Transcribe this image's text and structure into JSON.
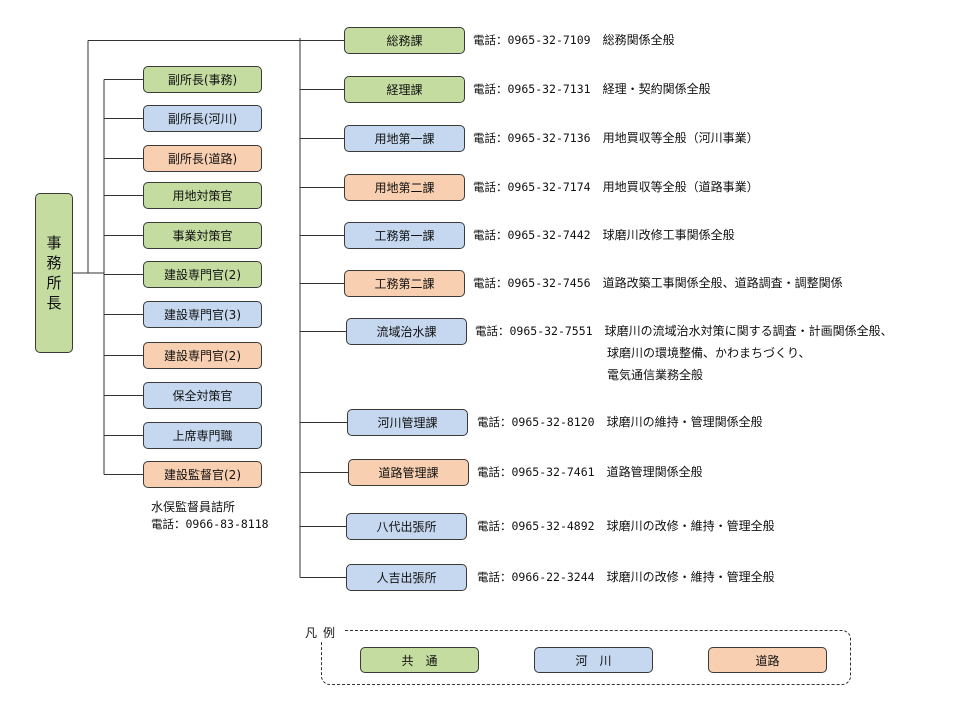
{
  "chief": {
    "label": "事務所長",
    "color": "#c5dca1"
  },
  "staff": [
    {
      "label": "副所長(事務)",
      "type": "common"
    },
    {
      "label": "副所長(河川)",
      "type": "river"
    },
    {
      "label": "副所長(道路)",
      "type": "road"
    },
    {
      "label": "用地対策官",
      "type": "common"
    },
    {
      "label": "事業対策官",
      "type": "common"
    },
    {
      "label": "建設専門官(2)",
      "type": "common"
    },
    {
      "label": "建設専門官(3)",
      "type": "river"
    },
    {
      "label": "建設専門官(2)",
      "type": "road"
    },
    {
      "label": "保全対策官",
      "type": "river"
    },
    {
      "label": "上席専門職",
      "type": "river"
    },
    {
      "label": "建設監督官(2)",
      "type": "road"
    }
  ],
  "minamata_note": {
    "office": "水俣監督員詰所",
    "phone": "電話：0966-83-8118"
  },
  "divisions": [
    {
      "label": "総務課",
      "type": "common",
      "phone": "電話：0965-32-7109",
      "duties": [
        "総務関係全般"
      ]
    },
    {
      "label": "経理課",
      "type": "common",
      "phone": "電話：0965-32-7131",
      "duties": [
        "経理・契約関係全般"
      ]
    },
    {
      "label": "用地第一課",
      "type": "river",
      "phone": "電話：0965-32-7136",
      "duties": [
        "用地買収等全般（河川事業）"
      ]
    },
    {
      "label": "用地第二課",
      "type": "road",
      "phone": "電話：0965-32-7174",
      "duties": [
        "用地買収等全般（道路事業）"
      ]
    },
    {
      "label": "工務第一課",
      "type": "river",
      "phone": "電話：0965-32-7442",
      "duties": [
        "球磨川改修工事関係全般"
      ]
    },
    {
      "label": "工務第二課",
      "type": "road",
      "phone": "電話：0965-32-7456",
      "duties": [
        "道路改築工事関係全般、道路調査・調整関係"
      ]
    },
    {
      "label": "流域治水課",
      "type": "river",
      "phone": "電話：0965-32-7551",
      "duties": [
        "球磨川の流域治水対策に関する調査・計画関係全般、",
        "球磨川の環境整備、かわまちづくり、",
        "電気通信業務全般"
      ]
    },
    {
      "label": "河川管理課",
      "type": "river",
      "phone": "電話：0965-32-8120",
      "duties": [
        "球磨川の維持・管理関係全般"
      ]
    },
    {
      "label": "道路管理課",
      "type": "road",
      "phone": "電話：0965-32-7461",
      "duties": [
        "道路管理関係全般"
      ]
    },
    {
      "label": "八代出張所",
      "type": "river",
      "phone": "電話：0965-32-4892",
      "duties": [
        "球磨川の改修・維持・管理全般"
      ]
    },
    {
      "label": "人吉出張所",
      "type": "river",
      "phone": "電話：0966-22-3244",
      "duties": [
        "球磨川の改修・維持・管理全般"
      ]
    }
  ],
  "legend": {
    "title": "凡例",
    "items": [
      {
        "label": "共　通",
        "type": "common"
      },
      {
        "label": "河　川",
        "type": "river"
      },
      {
        "label": "道路",
        "type": "road"
      }
    ]
  },
  "colors": {
    "common": "#c5dca1",
    "river": "#c6d8f0",
    "road": "#f8cfb0",
    "line": "#333333"
  }
}
